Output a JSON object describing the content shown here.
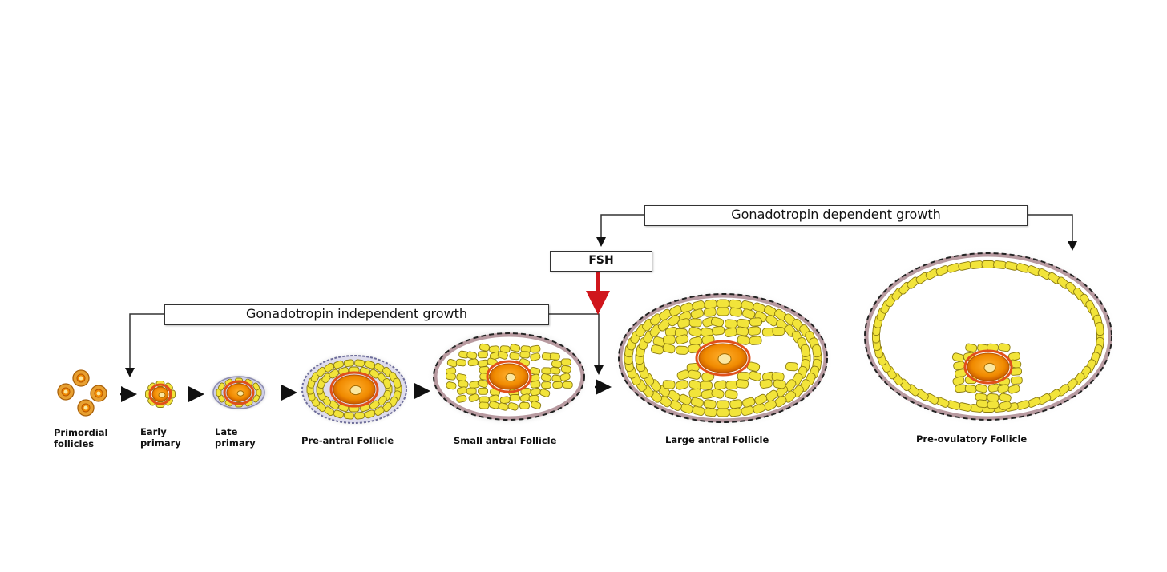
{
  "labels": {
    "independent": "Gonadotropin independent growth",
    "dependent": "Gonadotropin dependent growth",
    "fsh": "FSH"
  },
  "stages": {
    "primordial": "Primordial\nfollicles",
    "early_primary": "Early\nprimary",
    "late_primary": "Late\nprimary",
    "preantral": "Pre-antral Follicle",
    "small_antral": "Small antral Follicle",
    "large_antral": "Large antral Follicle",
    "preovulatory": "Pre-ovulatory Follicle"
  },
  "colors": {
    "granulosa_fill": "#f2e43a",
    "granulosa_stroke": "#8a7a10",
    "oocyte": "#f08a00",
    "oocyte_ring": "#e0501a",
    "nucleus": "#fbe7a0",
    "theca": "#b89aa0",
    "arrow": "#111111",
    "fsh_arrow": "#d0161c"
  }
}
